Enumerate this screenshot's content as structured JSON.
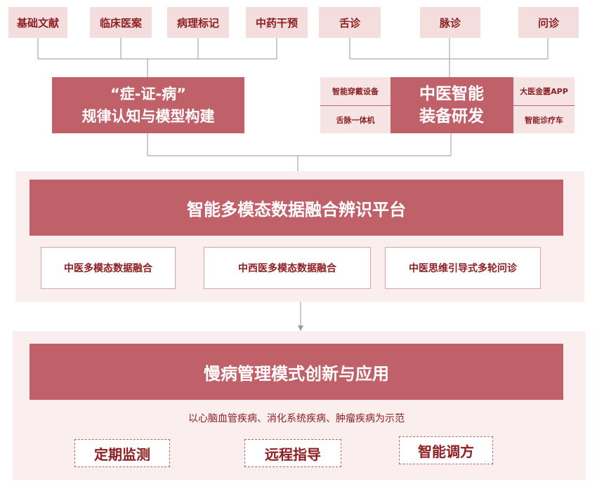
{
  "top_sources": [
    "基础文献",
    "临床医案",
    "病理标记",
    "中药干预",
    "舌诊",
    "脉诊",
    "问诊"
  ],
  "left_module": {
    "line1": "“症-证-病”",
    "line2": "规律认知与模型构建"
  },
  "right_module": {
    "center_line1": "中医智能",
    "center_line2": "装备研发",
    "left_items": [
      "智能穿戴设备",
      "舌脉一体机"
    ],
    "right_items": [
      "大医金匮APP",
      "智能诊疗车"
    ]
  },
  "platform": {
    "title": "智能多模态数据融合辨识平台",
    "subitems": [
      "中医多模态数据融合",
      "中西医多模态数据融合",
      "中医思维引导式多轮问诊"
    ]
  },
  "application": {
    "title": "慢病管理模式创新与应用",
    "caption": "以心脑血管疾病、消化系统疾病、肿瘤疾病为示范",
    "outcomes": [
      "定期监测",
      "远程指导",
      "智能调方"
    ]
  },
  "colors": {
    "accent": "#c0616a",
    "dark": "#8e3a3f",
    "text": "#8e1f22",
    "light": "#f3dddd",
    "panel": "#fbeeee"
  }
}
